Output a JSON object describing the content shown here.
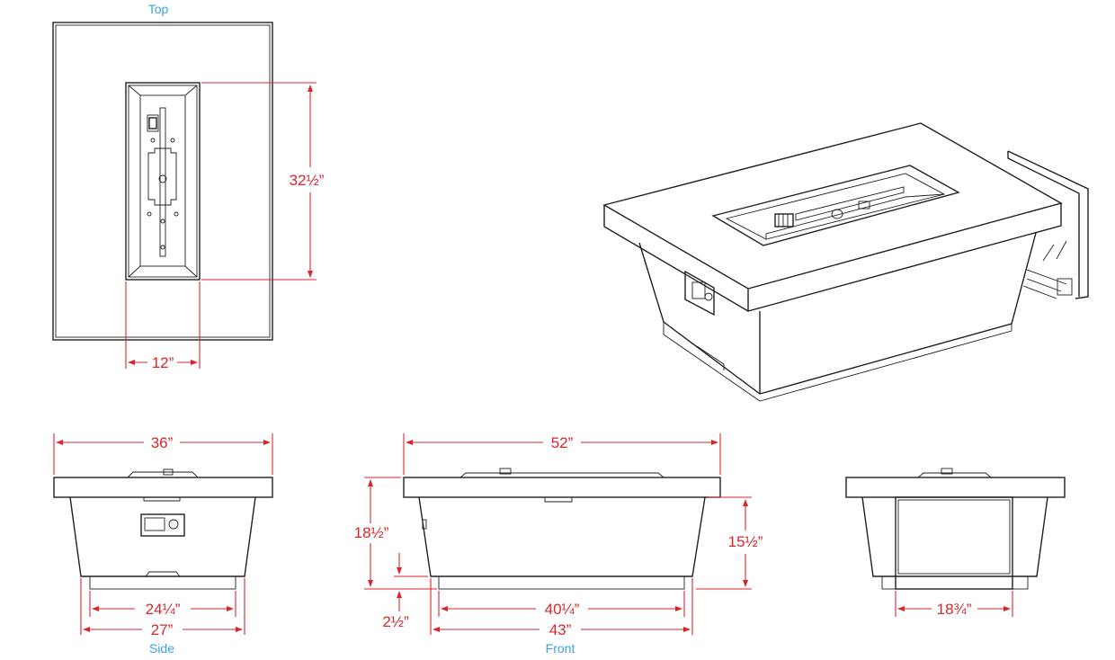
{
  "colors": {
    "view_label": "#3aa3dc",
    "dimension": "#d8262c",
    "outline": "#231f20"
  },
  "views": {
    "top": "Top",
    "side": "Side",
    "front": "Front"
  },
  "dimensions": {
    "top_burner_length": "32½”",
    "top_burner_width": "12”",
    "side_top_width": "36”",
    "side_body_bottom": "24¼”",
    "side_base": "27”",
    "front_top_width": "52”",
    "front_overall_height": "18½”",
    "front_body_height": "15½”",
    "front_base_height": "2½”",
    "front_body_bottom": "40¼”",
    "front_base": "43”",
    "back_door_width": "18¾”"
  }
}
